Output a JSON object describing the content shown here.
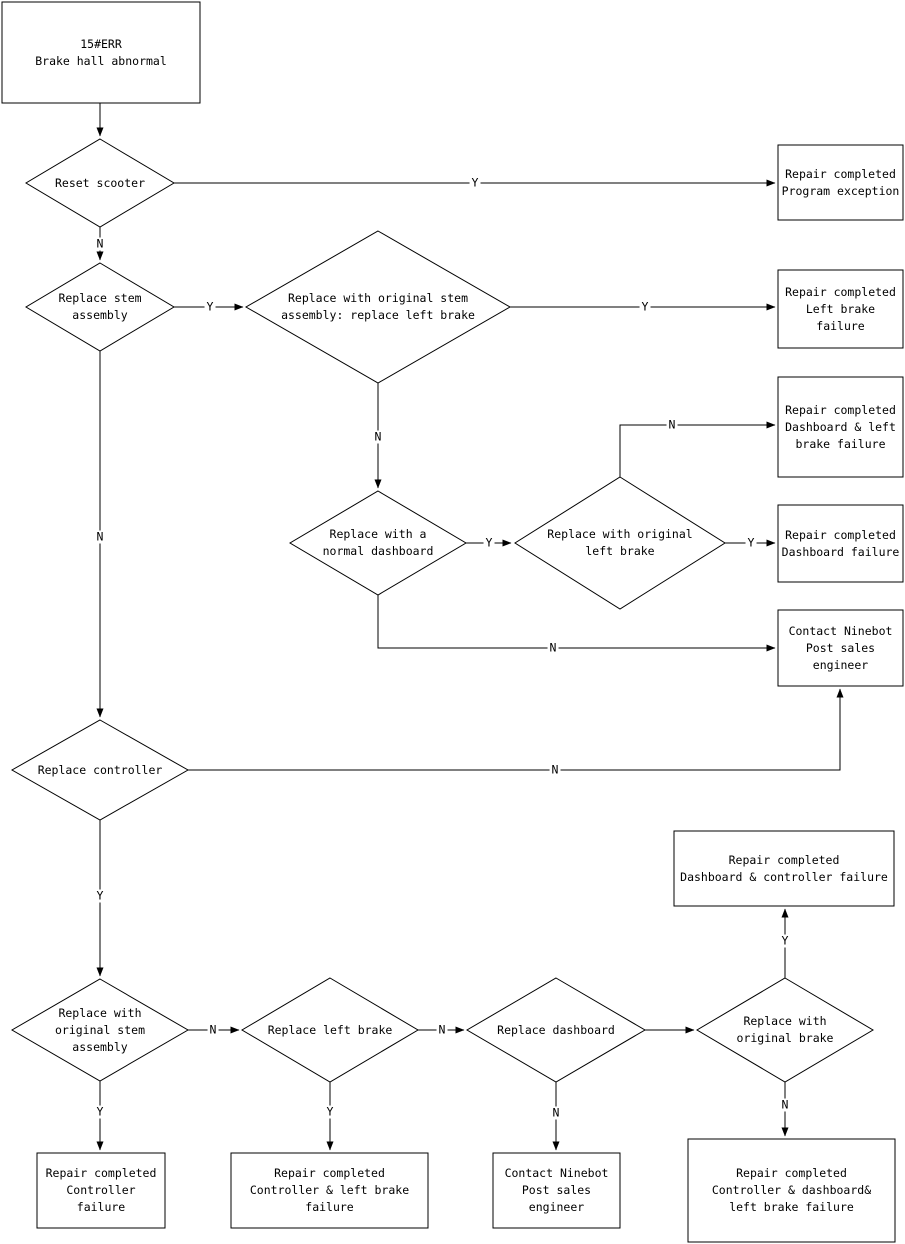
{
  "page": {
    "background": "#ffffff",
    "line_color": "#000000",
    "text_color": "#000000"
  },
  "nodes": {
    "start": {
      "label": "15#ERR\nBrake hall abnormal",
      "type": "process"
    },
    "reset_scooter": {
      "label": "Reset scooter",
      "type": "decision"
    },
    "program_exception": {
      "label": "Repair completed\nProgram exception",
      "type": "terminal"
    },
    "replace_stem": {
      "label": "Replace stem\nassembly",
      "type": "decision"
    },
    "orig_stem_left_brake": {
      "label": "Replace with original stem\nassembly: replace left brake",
      "type": "decision"
    },
    "left_brake_failure": {
      "label": "Repair completed\nLeft brake\nfailure",
      "type": "terminal"
    },
    "dash_left_brake_failure": {
      "label": "Repair completed\nDashboard & left\nbrake failure",
      "type": "terminal"
    },
    "normal_dashboard": {
      "label": "Replace with a\nnormal dashboard",
      "type": "decision"
    },
    "orig_left_brake": {
      "label": "Replace with original\nleft brake",
      "type": "decision"
    },
    "dashboard_failure": {
      "label": "Repair completed\nDashboard failure",
      "type": "terminal"
    },
    "contact_ninebot_mid": {
      "label": "Contact Ninebot\nPost sales\nengineer",
      "type": "terminal"
    },
    "replace_controller": {
      "label": "Replace controller",
      "type": "decision"
    },
    "dash_controller_failure": {
      "label": "Repair completed\nDashboard & controller failure",
      "type": "terminal"
    },
    "orig_stem_bottom": {
      "label": "Replace with\noriginal stem\nassembly",
      "type": "decision"
    },
    "replace_left_brake": {
      "label": "Replace left brake",
      "type": "decision"
    },
    "replace_dashboard": {
      "label": "Replace dashboard",
      "type": "decision"
    },
    "orig_brake": {
      "label": "Replace with\noriginal brake",
      "type": "decision"
    },
    "controller_failure": {
      "label": "Repair completed\nController\nfailure",
      "type": "terminal"
    },
    "controller_left_brake_failure": {
      "label": "Repair completed\nController & left brake\nfailure",
      "type": "terminal"
    },
    "contact_ninebot_bottom": {
      "label": "Contact Ninebot\nPost sales\nengineer",
      "type": "terminal"
    },
    "controller_dash_brake_failure": {
      "label": "Repair completed\nController & dashboard&\nleft brake failure",
      "type": "terminal"
    }
  },
  "edges": {
    "reset_yes": {
      "label": "Y"
    },
    "reset_no": {
      "label": "N"
    },
    "stem_yes": {
      "label": "Y"
    },
    "stem_no": {
      "label": "N"
    },
    "orig_stem_yes": {
      "label": "Y"
    },
    "orig_stem_no": {
      "label": "N"
    },
    "dashboard_yes": {
      "label": "Y"
    },
    "dashboard_no": {
      "label": "N"
    },
    "left_brake_yes": {
      "label": "Y"
    },
    "left_brake_no": {
      "label": "N"
    },
    "controller_yes": {
      "label": "Y"
    },
    "controller_no": {
      "label": "N"
    },
    "b_stem_yes": {
      "label": "Y"
    },
    "b_stem_no": {
      "label": "N"
    },
    "b_left_brake_yes": {
      "label": "Y"
    },
    "b_left_brake_no": {
      "label": "N"
    },
    "b_dashboard_no": {
      "label": "N"
    },
    "b_orig_brake_yes": {
      "label": "Y"
    },
    "b_orig_brake_no": {
      "label": "N"
    }
  }
}
